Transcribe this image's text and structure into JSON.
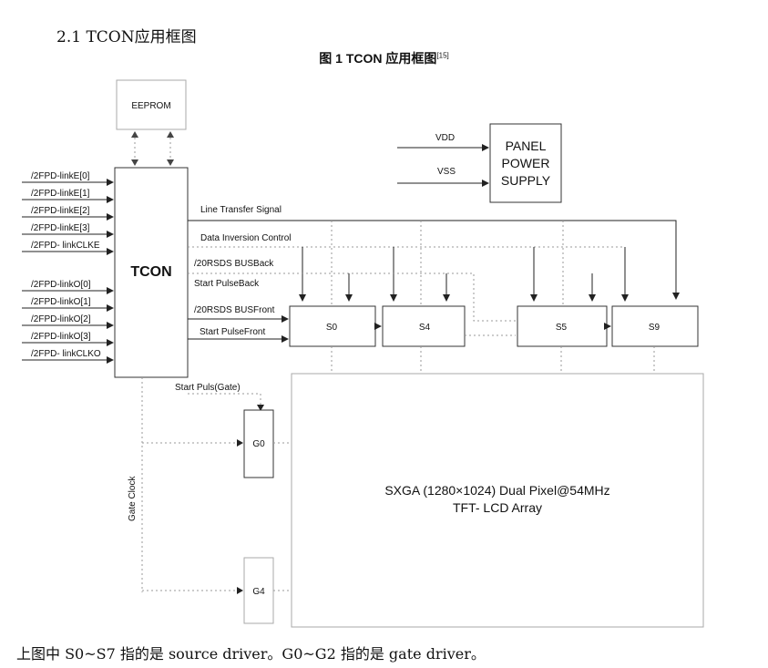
{
  "heading": "2.1 TCON应用框图",
  "caption": "图 1 TCON 应用框图",
  "caption_ref": "[15]",
  "footer": "上图中 S0~S7 指的是 source driver。G0~G2 指的是 gate driver。",
  "blocks": {
    "eeprom": "EEPROM",
    "tcon": "TCON",
    "power": [
      "PANEL",
      "POWER",
      "SUPPLY"
    ],
    "s0": "S0",
    "s4": "S4",
    "s5": "S5",
    "s9": "S9",
    "g0": "G0",
    "g4": "G4",
    "array": [
      "SXGA (1280×1024) Dual Pixel@54MHz",
      "TFT- LCD Array"
    ]
  },
  "power_inputs": [
    "VDD",
    "VSS"
  ],
  "inputs_even": [
    "/2FPD-linkE[0]",
    "/2FPD-linkE[1]",
    "/2FPD-linkE[2]",
    "/2FPD-linkE[3]",
    "/2FPD- linkCLKE"
  ],
  "inputs_odd": [
    "/2FPD-linkO[0]",
    "/2FPD-linkO[1]",
    "/2FPD-linkO[2]",
    "/2FPD-linkO[3]",
    "/2FPD- linkCLKO"
  ],
  "signals": {
    "line_transfer": "Line Transfer Signal",
    "data_inversion": "Data Inversion Control",
    "rsds_back": "/20RSDS BUSBack",
    "pulse_back": "Start PulseBack",
    "rsds_front": "/20RSDS BUSFront",
    "pulse_front": "Start PulseFront",
    "pulse_gate": "Start Puls(Gate)",
    "gate_clock": "Gate Clock"
  }
}
